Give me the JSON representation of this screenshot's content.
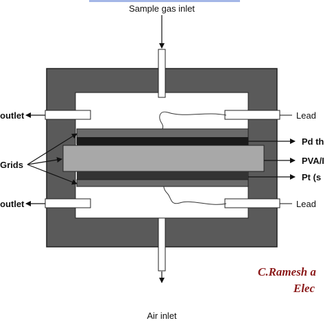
{
  "labels": {
    "sample_gas_inlet": "Sample gas inlet",
    "air_inlet": "Air inlet",
    "outlet_top": "outlet",
    "outlet_bottom": "outlet",
    "grids": "Grids",
    "lead_top": "Lead",
    "lead_bottom": "Lead",
    "pd_layer": "Pd th",
    "pva_layer": "PVA/I",
    "pt_layer": "Pt (s"
  },
  "credit": {
    "line1": "C.Ramesh a",
    "line2": "Elec"
  },
  "colors": {
    "housing": "#5a5a5a",
    "housing_outline": "#222222",
    "cavity": "#ffffff",
    "pd_film": "#1a1a1a",
    "membrane": "#a8a8a8",
    "pt_electrode": "#333333",
    "credit_text": "#8b1a1a"
  }
}
